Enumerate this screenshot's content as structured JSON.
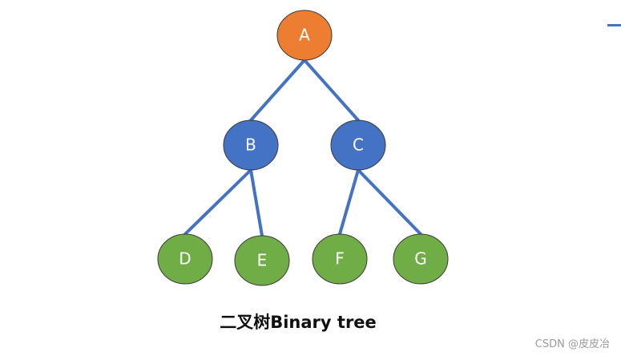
{
  "diagram": {
    "caption": "二叉树Binary tree",
    "watermark": "CSDN @皮皮冶",
    "colors": {
      "root": "#ED7D31",
      "internal": "#4472C4",
      "leaf": "#70AD47",
      "edge": "#4472C4",
      "node_outline": "#3A3A3A",
      "label": "#FFFFFF",
      "corner_mark": "#4472C4"
    },
    "nodes": [
      {
        "id": "A",
        "label": "A",
        "kind": "root"
      },
      {
        "id": "B",
        "label": "B",
        "kind": "internal"
      },
      {
        "id": "C",
        "label": "C",
        "kind": "internal"
      },
      {
        "id": "D",
        "label": "D",
        "kind": "leaf"
      },
      {
        "id": "E",
        "label": "E",
        "kind": "leaf"
      },
      {
        "id": "F",
        "label": "F",
        "kind": "leaf"
      },
      {
        "id": "G",
        "label": "G",
        "kind": "leaf"
      }
    ],
    "edges": [
      {
        "from": "A",
        "to": "B"
      },
      {
        "from": "A",
        "to": "C"
      },
      {
        "from": "B",
        "to": "D"
      },
      {
        "from": "B",
        "to": "E"
      },
      {
        "from": "C",
        "to": "F"
      },
      {
        "from": "C",
        "to": "G"
      }
    ]
  }
}
